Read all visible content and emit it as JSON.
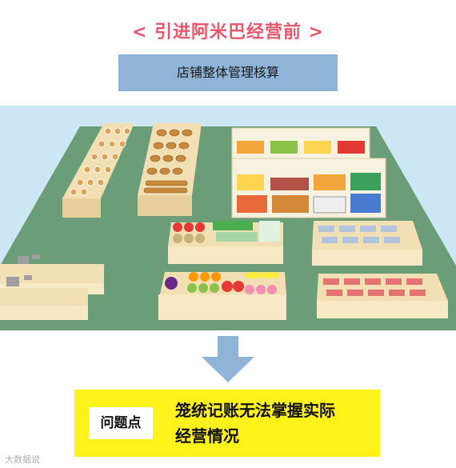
{
  "header": {
    "title": "< 引进阿米巴经营前 >",
    "banner": "店铺整体管理核算"
  },
  "scene": {
    "colors": {
      "sky": "#cde7f4",
      "floor": "#6a9d78",
      "counter": "#f7e9c4",
      "arrow": "#8fb4d8"
    },
    "icons": [
      "donut-icon",
      "bread-icon",
      "shelf-icon",
      "vegetable-icon",
      "fruit-icon",
      "fish-icon",
      "meat-icon",
      "cash-register-icon"
    ]
  },
  "arrow": {
    "icon": "down-arrow-icon"
  },
  "problem": {
    "tag": "问题点",
    "line1": "笼统记账无法掌握实际",
    "line2": "经营情况"
  },
  "watermark": "大数据说"
}
